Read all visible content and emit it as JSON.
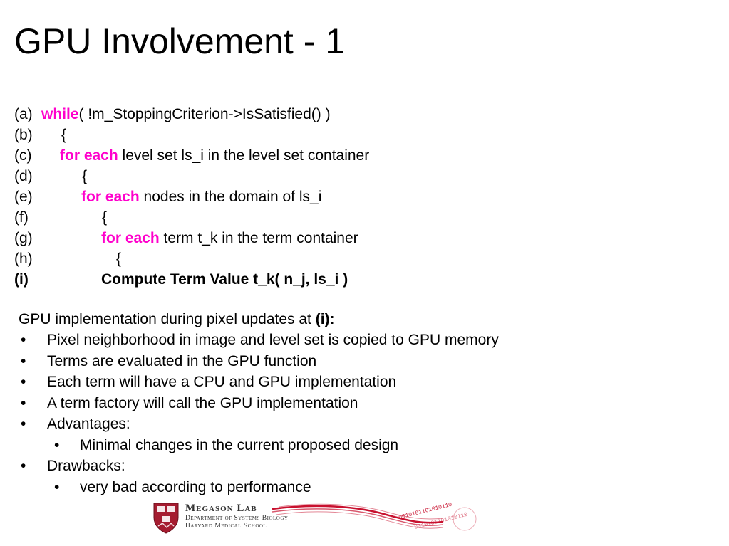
{
  "slide": {
    "title": "GPU Involvement - 1"
  },
  "code": {
    "lines": [
      {
        "label": "(a)",
        "keyword": "while",
        "text": "( !m_StoppingCriterion->IsSatisfied() )"
      },
      {
        "label": "(b)",
        "keyword": "",
        "text": "{"
      },
      {
        "label": "(c)",
        "keyword": "for each",
        "text": " level set ls_i in the level set container"
      },
      {
        "label": "(d)",
        "keyword": "",
        "text": "{"
      },
      {
        "label": "(e)",
        "keyword": "for each",
        "text": " nodes in the domain of ls_i"
      },
      {
        "label": "(f)",
        "keyword": "",
        "text": "{"
      },
      {
        "label": "(g)",
        "keyword": "for each",
        "text": " term t_k in the term container"
      },
      {
        "label": "(h)",
        "keyword": "",
        "text": "{"
      },
      {
        "label": "(i)",
        "keyword": "",
        "text": "Compute Term Value t_k( n_j, ls_i )"
      }
    ]
  },
  "implementation": {
    "heading_prefix": "GPU implementation during pixel updates at ",
    "heading_bold": "(i):",
    "bullet_char": "•",
    "bullets": [
      "Pixel neighborhood in image and level set is copied to GPU memory",
      "Terms are evaluated in the GPU function",
      "Each term will have a CPU and GPU implementation",
      "A term factory will call the GPU implementation",
      "Advantages:",
      "Minimal changes in the current proposed design",
      "Drawbacks:",
      "very bad according to performance"
    ]
  },
  "footer": {
    "lab_name": "Megason Lab",
    "department": "Department of Systems Biology",
    "school": "Harvard Medical School",
    "binary_text": "0010101101010110",
    "crest_icon": "harvard-crest-icon",
    "colors": {
      "crest": "#a51c30",
      "swoosh": "#c8102e"
    }
  },
  "colors": {
    "keyword": "#ff00cc",
    "text": "#000000",
    "background": "#ffffff"
  }
}
